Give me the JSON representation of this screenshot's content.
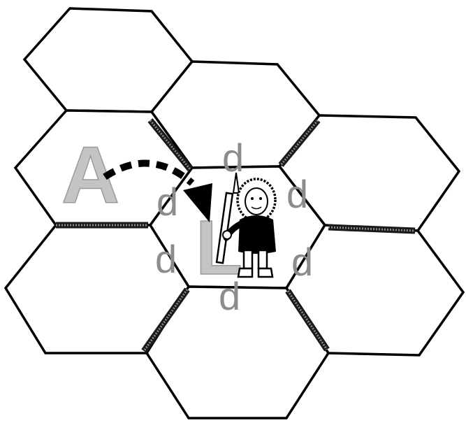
{
  "diagram": {
    "labels": {
      "previous_cell": "A",
      "current_cell": "L",
      "doors": [
        "d",
        "d",
        "d",
        "d",
        "d",
        "d"
      ]
    },
    "icons": {
      "agent": "eskimo-with-spear-icon",
      "move": "dashed-arrow-icon"
    },
    "colors": {
      "cell_outline": "#000000",
      "cell_fill": "#ffffff",
      "letter_fill": "#c4c4c4",
      "door_label": "#8c8c8c",
      "wall": "#1a1a1a"
    }
  }
}
